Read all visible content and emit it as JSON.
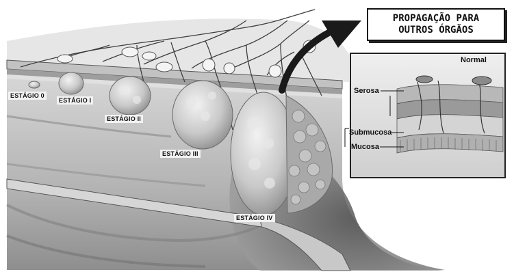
{
  "callout": {
    "line1": "PROPAGAÇÃO PARA",
    "line2": "OUTROS ÓRGÃOS"
  },
  "stages": [
    "ESTÁGIO 0",
    "ESTÁGIO I",
    "ESTÁGIO II",
    "ESTÁGIO III",
    "ESTÁGIO IV"
  ],
  "inset": {
    "title": "Normal",
    "layers": {
      "serosa": "Serosa",
      "submucosa": "Submucosa",
      "mucosa": "Mucosa"
    }
  }
}
